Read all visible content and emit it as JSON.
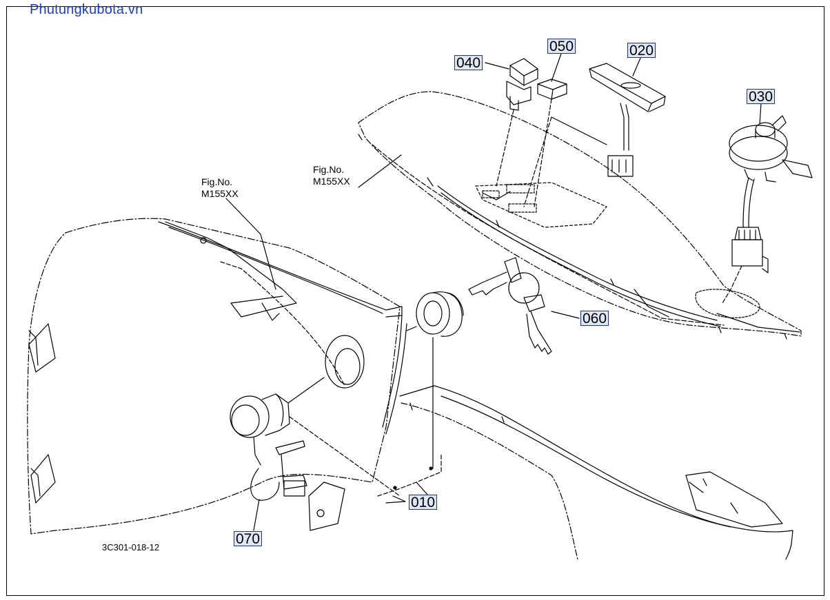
{
  "watermark": "Phutungkubota.vn",
  "drawing_code": "3C301-018-12",
  "figure_refs": [
    {
      "line1": "Fig.No.",
      "line2": "M155XX"
    },
    {
      "line1": "Fig.No.",
      "line2": "M155XX"
    }
  ],
  "callouts": {
    "p010": "010",
    "p020": "020",
    "p030": "030",
    "p040": "040",
    "p050": "050",
    "p060": "060",
    "p070": "070"
  },
  "colors": {
    "line": "#000000",
    "callout_fill": "#dfe8f6",
    "callout_border": "#1c2fa8",
    "watermark": "#1e3cc4"
  }
}
